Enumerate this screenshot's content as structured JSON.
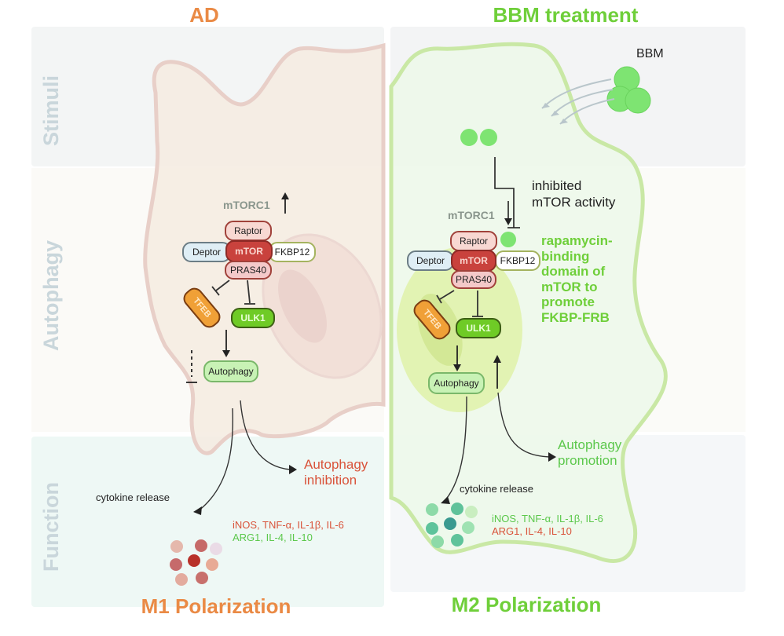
{
  "titles": {
    "left": "AD",
    "right": "BBM treatment",
    "left_bottom": "M1 Polarization",
    "right_bottom": "M2 Polarization"
  },
  "row_labels": [
    "Stimuli",
    "Autophagy",
    "Function"
  ],
  "colors": {
    "ad_orange": "#ea8a45",
    "bbm_green": "#6fcf3a",
    "pro_inflammatory_red": "#d9533a",
    "anti_inflammatory_green": "#5cc84c",
    "mtor_red": "#c9423d",
    "ulk1_green": "#6fcb26",
    "tfeb_orange": "#f0a037"
  },
  "left_panel": {
    "complex_label": "mTORC1",
    "complex_arrow": "up-arrow",
    "nodes": {
      "raptor": "Raptor",
      "mtor": "mTOR",
      "pras40": "PRAS40",
      "deptor": "Deptor",
      "fkbp12": "FKBP12",
      "tfeb": "TFEB",
      "ulk1": "ULK1",
      "autophagy": "Autophagy"
    },
    "outcome": [
      "Autophagy",
      "inhibition"
    ],
    "cytokine_label": "cytokine release",
    "markers_line1": "iNOS, TNF-α,  IL-1β,  IL-6",
    "markers_line2": "ARG1, IL-4, IL-10"
  },
  "right_panel": {
    "stimulus_label": "BBM",
    "inhibit_text": [
      "inhibited",
      "mTOR activity"
    ],
    "complex_label": "mTORC1",
    "nodes": {
      "raptor": "Raptor",
      "mtor": "mTOR",
      "pras40": "PRAS40",
      "deptor": "Deptor",
      "fkbp12": "FKBP12",
      "tfeb": "TFEB",
      "ulk1": "ULK1",
      "autophagy": "Autophagy"
    },
    "mechanism_text": [
      "rapamycin-",
      "binding",
      "domain of",
      "mTOR to",
      "promote",
      "FKBP-FRB"
    ],
    "outcome": [
      "Autophagy",
      "promotion"
    ],
    "cytokine_label": "cytokine release",
    "markers_line1": "iNOS, TNF-α,  IL-1β,  IL-6",
    "markers_line2": "ARG1, IL-4, IL-10"
  }
}
